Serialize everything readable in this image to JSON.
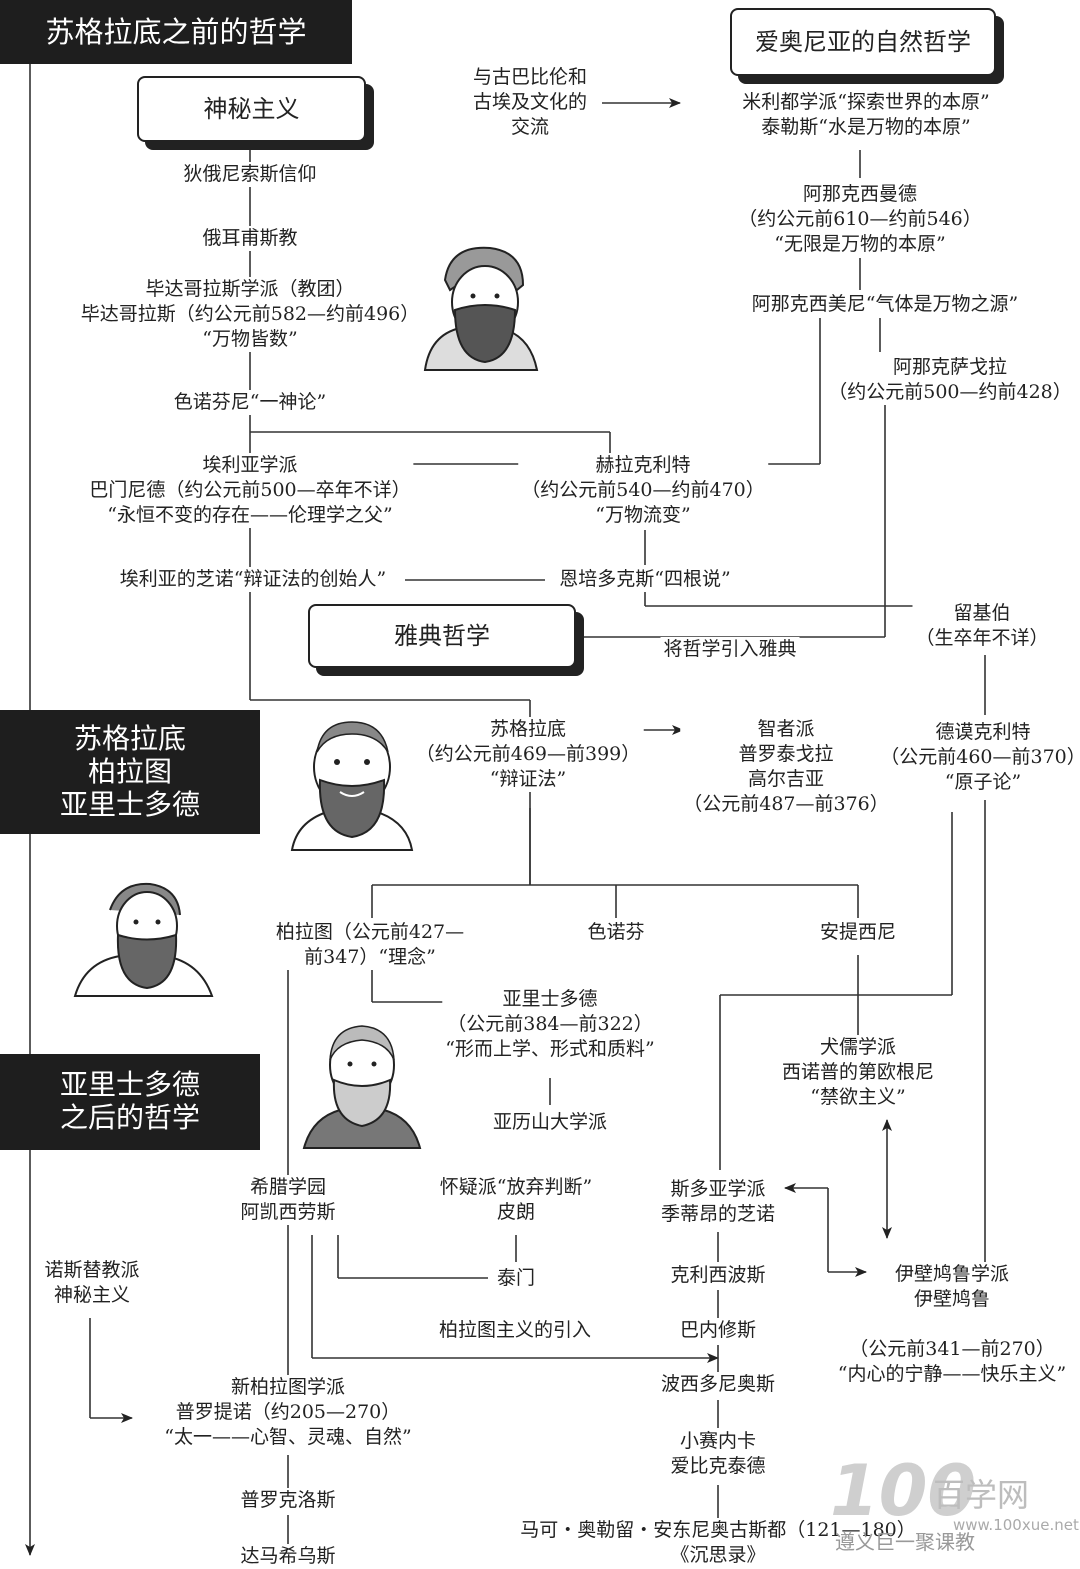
{
  "header": {
    "title": "苏格拉底之前的哲学"
  },
  "section_boxes": {
    "mysticism": "神秘主义",
    "ionian": "爱奥尼亚的自然哲学",
    "athens": "雅典哲学"
  },
  "era_labels": {
    "socrates_era": [
      "苏格拉底",
      "柏拉图",
      "亚里士多德"
    ],
    "after_aristotle": [
      "亚里士多德",
      "之后的哲学"
    ]
  },
  "nodes": {
    "dionysus": [
      "狄俄尼索斯信仰"
    ],
    "orphism": [
      "俄耳甫斯教"
    ],
    "pythagoras": [
      "毕达哥拉斯学派（教团）",
      "毕达哥拉斯（约公元前582—约前496）",
      "“万物皆数”"
    ],
    "xenophanes": [
      "色诺芬尼“一神论”"
    ],
    "eleatics": [
      "埃利亚学派",
      "巴门尼德（约公元前500—卒年不详）",
      "“永恒不变的存在——伦理学之父”"
    ],
    "zeno_elea": [
      "埃利亚的芝诺“辩证法的创始人”"
    ],
    "babylon": [
      "与古巴比伦和",
      "古埃及文化的",
      "交流"
    ],
    "miletus": [
      "米利都学派“探索世界的本原”",
      "泰勒斯“水是万物的本原”"
    ],
    "anaximander": [
      "阿那克西曼德",
      "（约公元前610—约前546）",
      "“无限是万物的本原”"
    ],
    "anaximenes": [
      "阿那克西美尼“气体是万物之源”"
    ],
    "anaxagoras": [
      "阿那克萨戈拉",
      "（约公元前500—约前428）"
    ],
    "heraclitus": [
      "赫拉克利特",
      "（约公元前540—约前470）",
      "“万物流变”"
    ],
    "empedocles": [
      "恩培多克斯“四根说”"
    ],
    "leucippus": [
      "留基伯",
      "（生卒年不详）"
    ],
    "to_athens": [
      "将哲学引入雅典"
    ],
    "socrates": [
      "苏格拉底",
      "（约公元前469—前399）",
      "“辩证法”"
    ],
    "sophists": [
      "智者派",
      "普罗泰戈拉",
      "高尔吉亚",
      "（公元前487—前376）"
    ],
    "democritus": [
      "德谟克利特",
      "（公元前460—前370）",
      "“原子论”"
    ],
    "plato": [
      "柏拉图（公元前427—",
      "前347）“理念”"
    ],
    "xenophon": [
      "色诺芬"
    ],
    "antisthenes": [
      "安提西尼"
    ],
    "aristotle": [
      "亚里士多德",
      "（公元前384—前322）",
      "“形而上学、形式和质料”"
    ],
    "alexandria": [
      "亚历山大学派"
    ],
    "cynics": [
      "犬儒学派",
      "西诺普的第欧根尼",
      "“禁欲主义”"
    ],
    "academy": [
      "希腊学园",
      "阿凯西劳斯"
    ],
    "skeptics": [
      "怀疑派“放弃判断”",
      "皮朗"
    ],
    "timon": [
      "泰门"
    ],
    "stoics": [
      "斯多亚学派",
      "季蒂昂的芝诺"
    ],
    "chrysippus": [
      "克利西波斯"
    ],
    "panaetius": [
      "巴内修斯"
    ],
    "posidonius": [
      "波西多尼奥斯"
    ],
    "seneca": [
      "小赛内卡",
      "爱比克泰德"
    ],
    "marcus": [
      "马可・奥勒留・安东尼奥古斯都（121—180）",
      "《沉思录》"
    ],
    "epicureans": [
      "伊壁鸠鲁学派",
      "伊壁鸠鲁"
    ],
    "epicurus_dates": [
      "（公元前341—前270）",
      "“内心的宁静——快乐主义”"
    ],
    "gnostics": [
      "诺斯替教派",
      "神秘主义"
    ],
    "platonism_intro": [
      "柏拉图主义的引入"
    ],
    "neoplatonism": [
      "新柏拉图学派",
      "普罗提诺（约205—270）",
      "“太一——心智、灵魂、自然”"
    ],
    "proclus": [
      "普罗克洛斯"
    ],
    "damascius": [
      "达马希乌斯"
    ]
  },
  "watermark": {
    "logo_text": "100",
    "site": "百学网",
    "url": "www.100xue.net",
    "account": "遵义巨一聚课教"
  },
  "colors": {
    "era_bg": "#1e1e1e",
    "line": "#333333",
    "text": "#222222"
  }
}
